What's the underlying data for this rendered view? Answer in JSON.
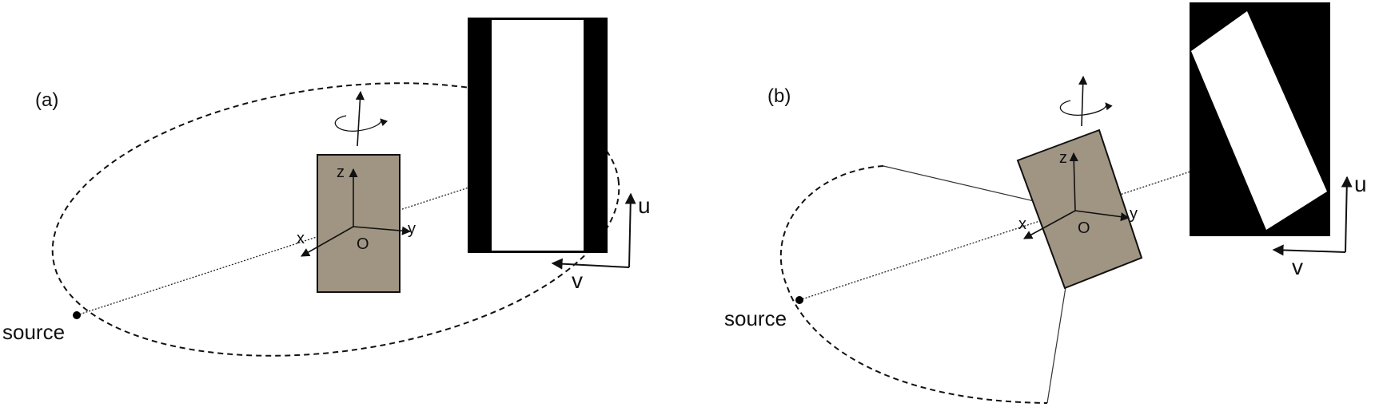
{
  "panels": [
    {
      "id": "a",
      "label": "(a)",
      "source_label": "source",
      "axes": {
        "x": "x",
        "y": "y",
        "z": "z",
        "origin": "O"
      },
      "detector_axes": {
        "u": "u",
        "v": "v"
      }
    },
    {
      "id": "b",
      "label": "(b)",
      "source_label": "source",
      "axes": {
        "x": "x",
        "y": "y",
        "z": "z",
        "origin": "O"
      },
      "detector_axes": {
        "u": "u",
        "v": "v"
      }
    }
  ],
  "colors": {
    "object_fill": "#a09583",
    "detector_background": "#000000",
    "detector_projection": "#ffffff",
    "line": "#111111"
  }
}
